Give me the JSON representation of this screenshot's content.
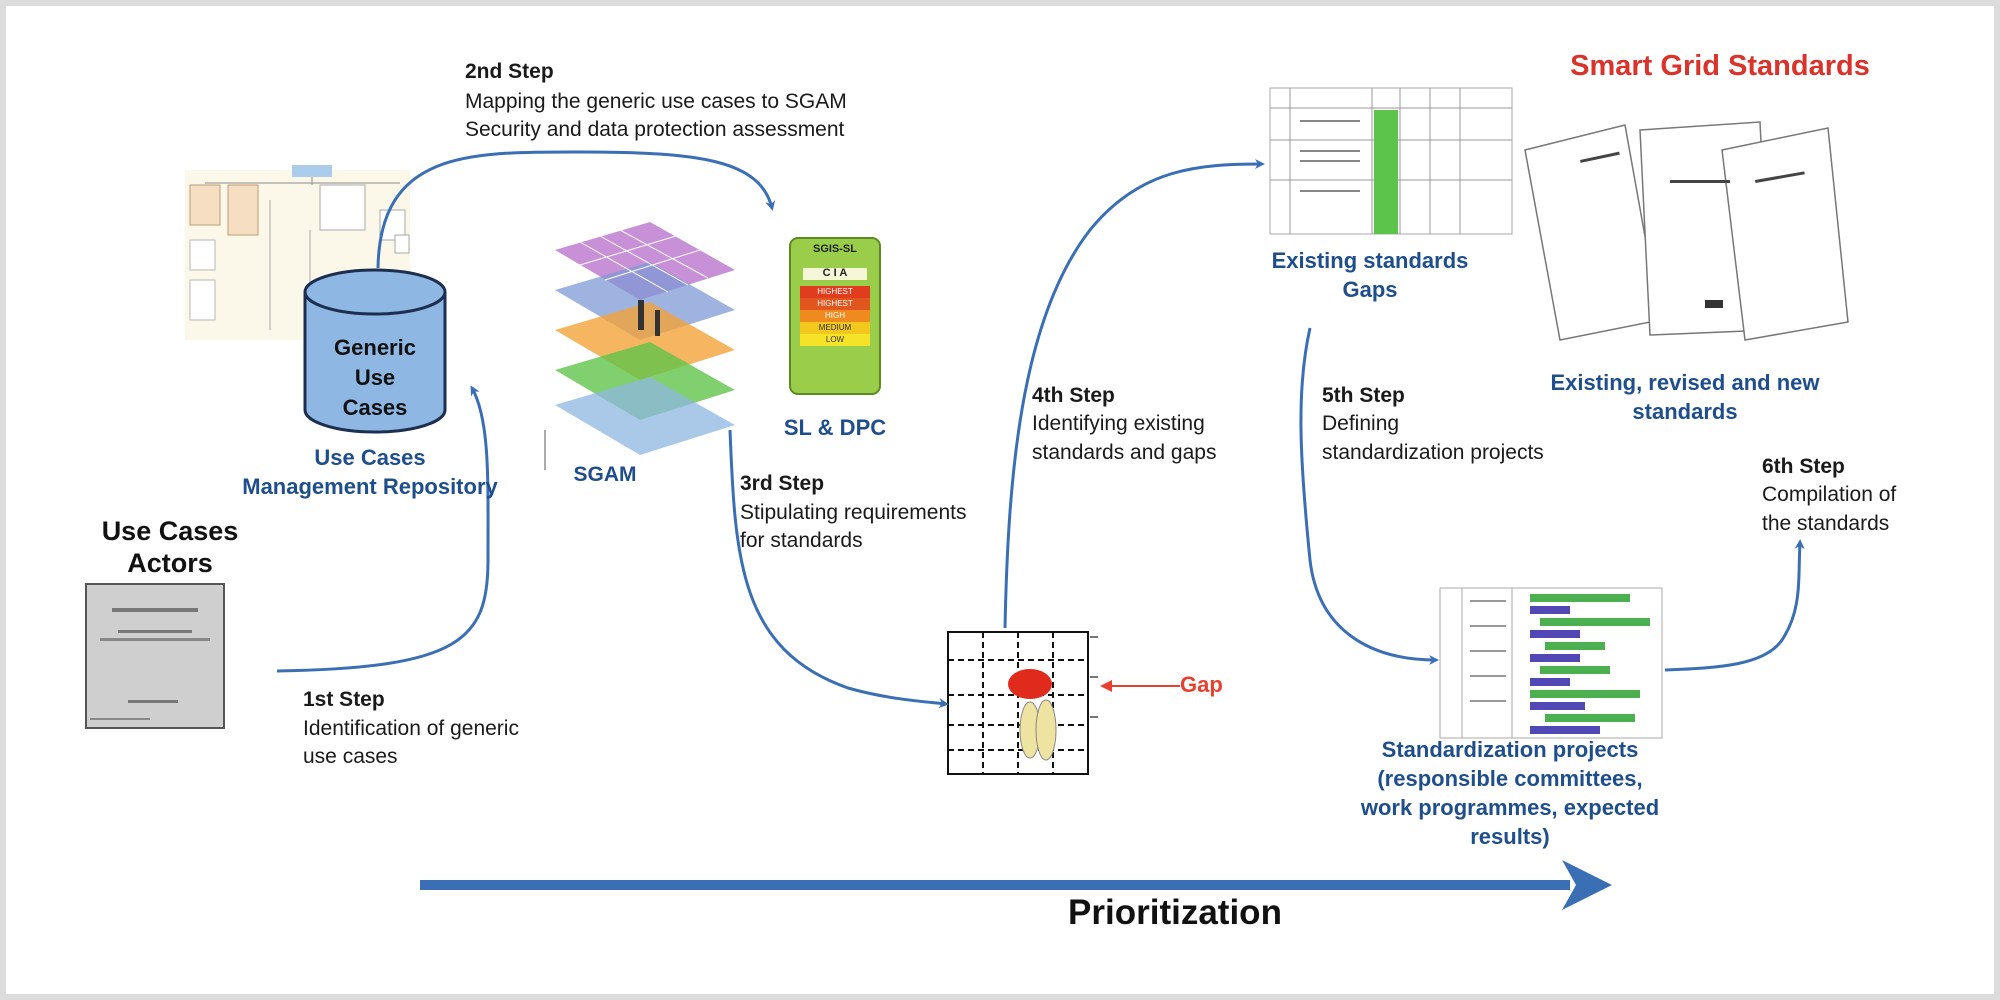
{
  "title": "Smart Grid Standards",
  "steps": {
    "s1": {
      "title": "1st Step",
      "l1": "Identification of generic",
      "l2": "use cases"
    },
    "s2": {
      "title": "2nd Step",
      "l1": "Mapping the generic use cases to SGAM",
      "l2": "Security and data protection assessment"
    },
    "s3": {
      "title": "3rd Step",
      "l1": "Stipulating requirements",
      "l2": "for standards"
    },
    "s4": {
      "title": "4th Step",
      "l1": "Identifying existing",
      "l2": "standards and gaps"
    },
    "s5": {
      "title": "5th Step",
      "l1": "Defining",
      "l2": "standardization projects"
    },
    "s6": {
      "title": "6th Step",
      "l1": "Compilation of",
      "l2": "the standards"
    }
  },
  "labels": {
    "actors_l1": "Use Cases",
    "actors_l2": "Actors",
    "cylinder_l1": "Generic",
    "cylinder_l2": "Use",
    "cylinder_l3": "Cases",
    "repo_l1": "Use Cases",
    "repo_l2": "Management Repository",
    "sgam": "SGAM",
    "sldpc": "SL & DPC",
    "existing_l1": "Existing standards",
    "existing_l2": "Gaps",
    "revised_l1": "Existing, revised and new",
    "revised_l2": "standards",
    "projects_l1": "Standardization projects",
    "projects_l2": "(responsible committees,",
    "projects_l3": "work programmes, expected",
    "projects_l4": "results)",
    "gap": "Gap",
    "prioritization": "Prioritization"
  },
  "sgis": {
    "header": "SGIS-SL",
    "cia": "C  I  A",
    "levels": [
      "HIGHEST",
      "HIGHEST",
      "HIGH",
      "MEDIUM",
      "LOW"
    ]
  },
  "colors": {
    "arrow_blue": "#3a6fb5",
    "label_blue": "#1f4e8c",
    "title_red": "#d9332b",
    "gap_red": "#e8402e",
    "sgis_green": "#9acd4a"
  }
}
